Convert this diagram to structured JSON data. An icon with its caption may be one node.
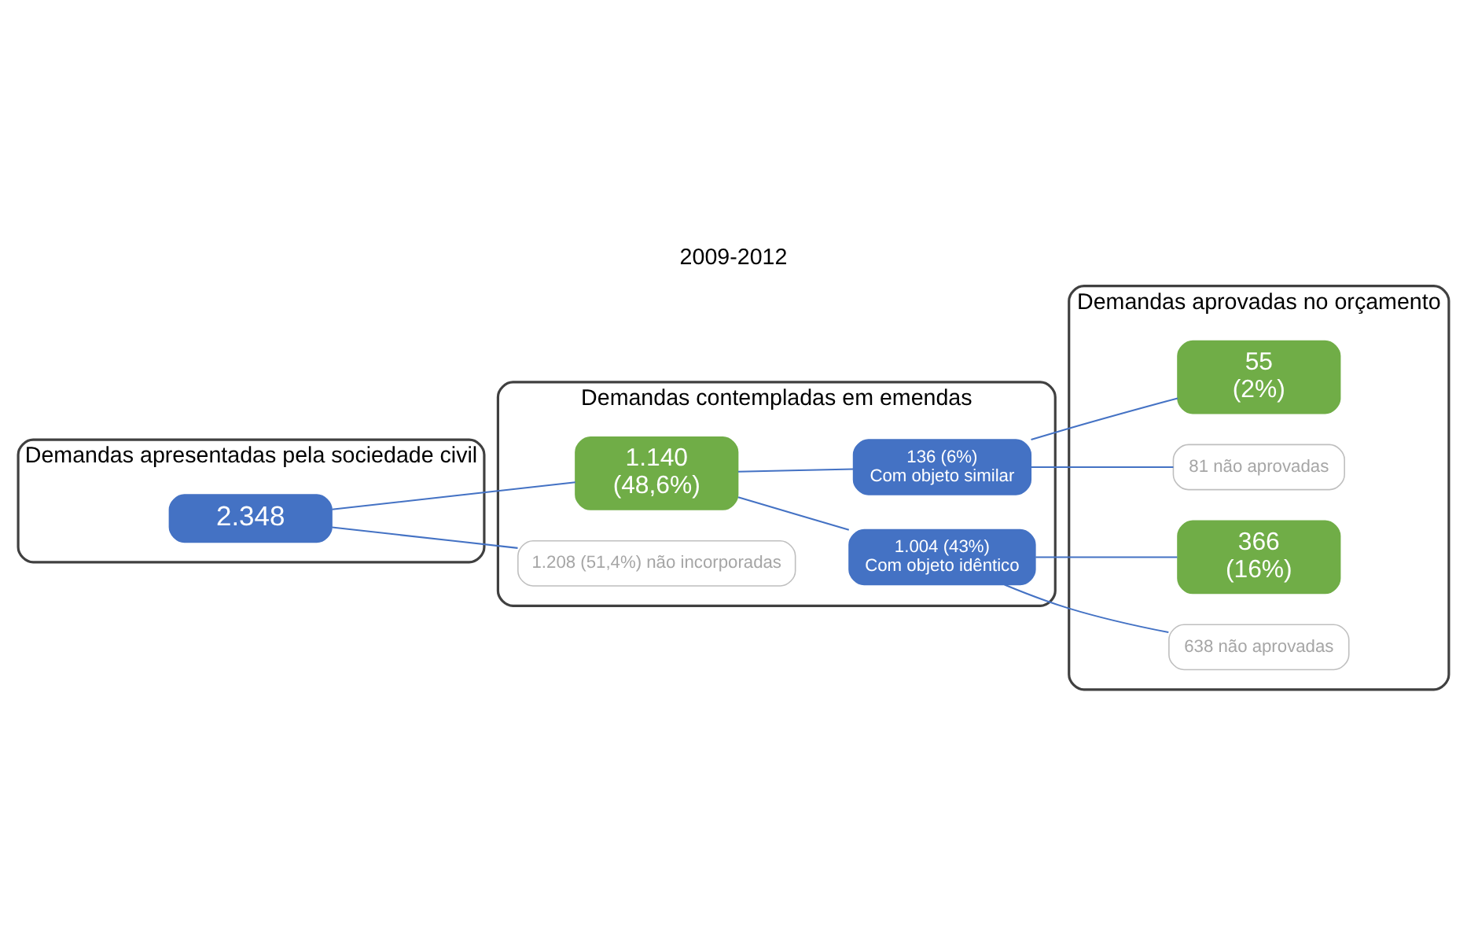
{
  "diagram": {
    "title": "2009-2012",
    "nodes": [
      {
        "text": [
          "Demandas apresentadas pela sociedade civil"
        ]
      },
      {
        "text": [
          "2.348"
        ],
        "in": 0
      },
      {
        "text": [
          "Demandas contempladas em emendas"
        ]
      },
      {
        "text": [
          "1.140",
          "(48,6%)"
        ],
        "in": 2
      },
      {
        "text": [
          "1.208 (51,4%) não incorporadas"
        ],
        "in": 2
      },
      {
        "text": [
          "1.004 (43%)",
          "Com objeto idêntico"
        ],
        "in": 2
      },
      {
        "text": [
          "136 (6%)",
          "Com objeto similar"
        ],
        "in": 2
      },
      {
        "text": [
          "Demandas aprovadas no orçamento"
        ]
      },
      {
        "text": [
          "366",
          "(16%)"
        ],
        "in": 7
      },
      {
        "text": [
          "638 não aprovadas"
        ],
        "in": 7
      },
      {
        "text": [
          "55",
          "(2%)"
        ],
        "in": 7
      },
      {
        "text": [
          "81 não aprovadas"
        ],
        "in": 7
      }
    ],
    "edges": [
      {
        "from": 1,
        "to": 3,
        "arrow": "none"
      },
      {
        "from": 1,
        "to": 4,
        "arrow": "none"
      },
      {
        "from": 3,
        "to": 5,
        "arrow": "none"
      },
      {
        "from": 3,
        "to": 6,
        "arrow": "none"
      },
      {
        "from": 5,
        "to": 8,
        "arrow": "none"
      },
      {
        "from": 5,
        "to": 9,
        "arrow": "none"
      },
      {
        "from": 6,
        "to": 10,
        "arrow": "none"
      },
      {
        "from": 6,
        "to": 11,
        "arrow": "none"
      }
    ]
  }
}
